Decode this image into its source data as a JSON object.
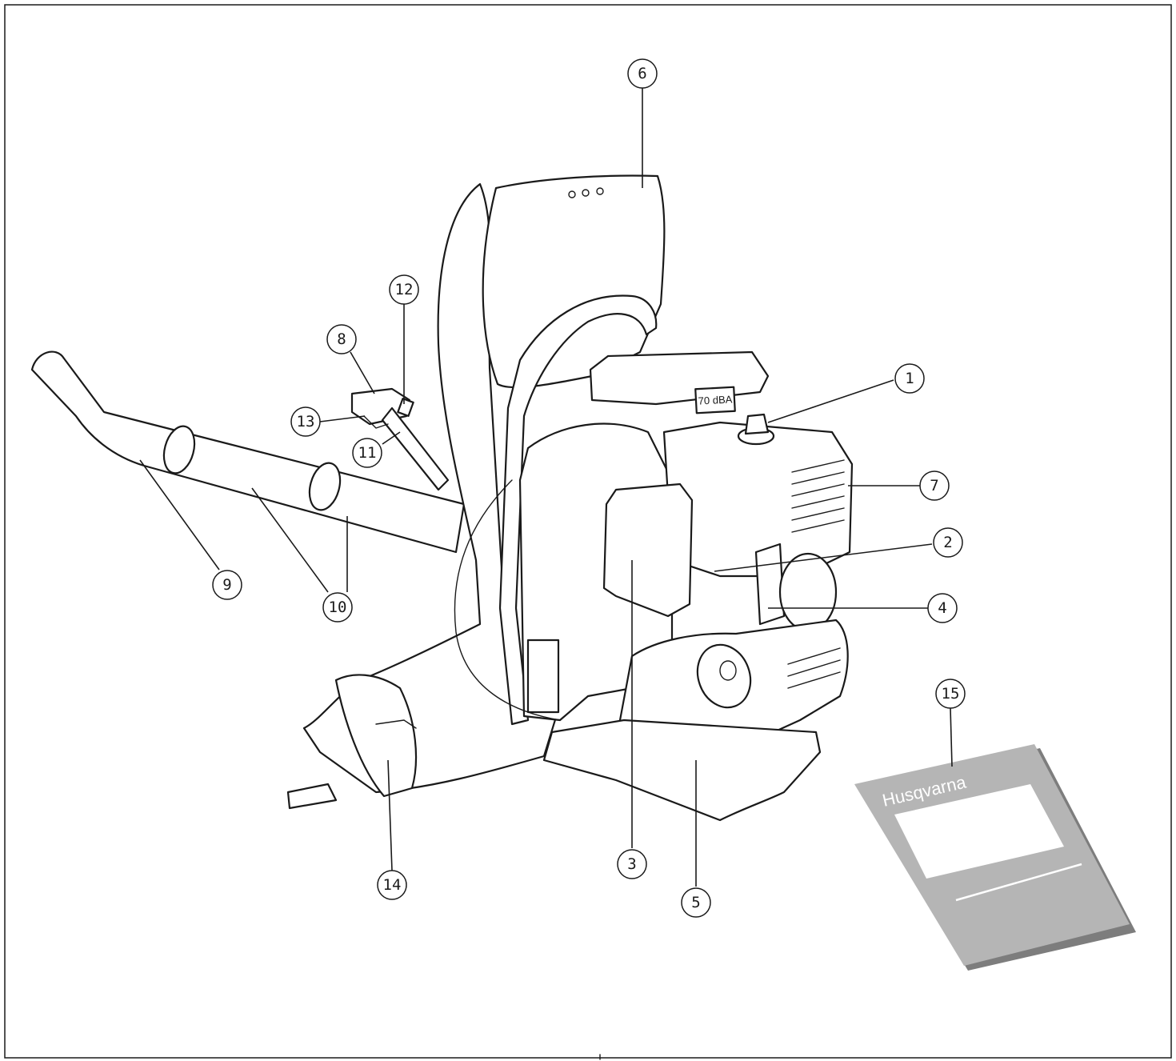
{
  "figure": {
    "callouts": [
      {
        "id": "1",
        "label": "1"
      },
      {
        "id": "2",
        "label": "2"
      },
      {
        "id": "3",
        "label": "3"
      },
      {
        "id": "4",
        "label": "4"
      },
      {
        "id": "5",
        "label": "5"
      },
      {
        "id": "6",
        "label": "6"
      },
      {
        "id": "7",
        "label": "7"
      },
      {
        "id": "8",
        "label": "8"
      },
      {
        "id": "9",
        "label": "9"
      },
      {
        "id": "10",
        "label": "10"
      },
      {
        "id": "11",
        "label": "11"
      },
      {
        "id": "12",
        "label": "12"
      },
      {
        "id": "13",
        "label": "13"
      },
      {
        "id": "14",
        "label": "14"
      },
      {
        "id": "15",
        "label": "15"
      }
    ],
    "noise_label": "70 dBA",
    "manual_brand": "Husqvarna",
    "colors": {
      "line": "#1a1a1a",
      "manual_gray": "#b5b5b5",
      "manual_shadow": "#7d7d7d"
    }
  }
}
